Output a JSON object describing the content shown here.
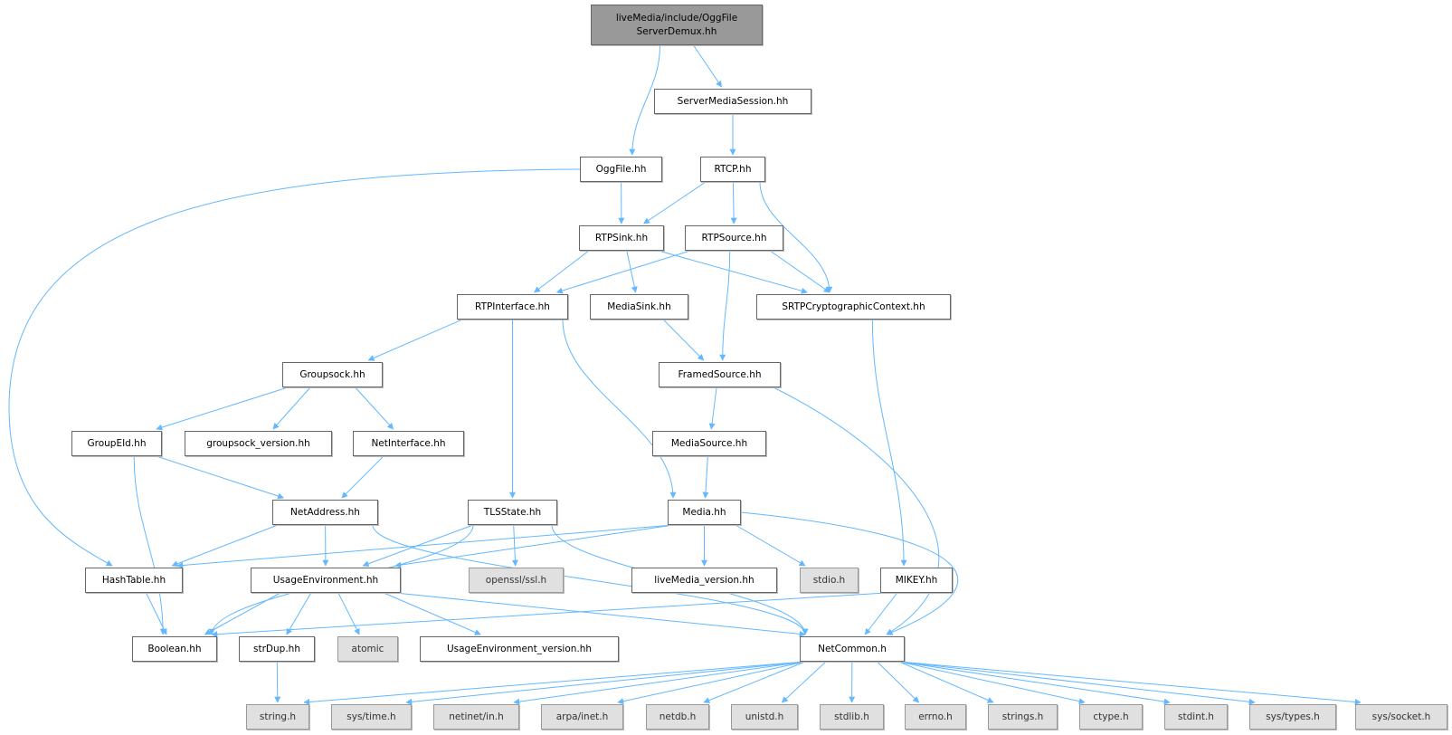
{
  "colors": {
    "edge": "#63b8ff",
    "root_fill": "#999999",
    "system_fill": "#e0e0e0",
    "node_border": "#666666"
  },
  "nodes": [
    {
      "id": "root",
      "label": "liveMedia/include/OggFile\nServerDemux.hh",
      "kind": "root"
    },
    {
      "id": "sms",
      "label": "ServerMediaSession.hh",
      "kind": "file"
    },
    {
      "id": "oggfile",
      "label": "OggFile.hh",
      "kind": "file"
    },
    {
      "id": "rtcp",
      "label": "RTCP.hh",
      "kind": "file"
    },
    {
      "id": "rtpsink",
      "label": "RTPSink.hh",
      "kind": "file"
    },
    {
      "id": "rtpsource",
      "label": "RTPSource.hh",
      "kind": "file"
    },
    {
      "id": "rtpinterface",
      "label": "RTPInterface.hh",
      "kind": "file"
    },
    {
      "id": "mediasink",
      "label": "MediaSink.hh",
      "kind": "file"
    },
    {
      "id": "srtp",
      "label": "SRTPCryptographicContext.hh",
      "kind": "file"
    },
    {
      "id": "groupsock",
      "label": "Groupsock.hh",
      "kind": "file"
    },
    {
      "id": "framedsource",
      "label": "FramedSource.hh",
      "kind": "file"
    },
    {
      "id": "groupeid",
      "label": "GroupEId.hh",
      "kind": "file"
    },
    {
      "id": "groupsockver",
      "label": "groupsock_version.hh",
      "kind": "file"
    },
    {
      "id": "netinterface",
      "label": "NetInterface.hh",
      "kind": "file"
    },
    {
      "id": "mediasource",
      "label": "MediaSource.hh",
      "kind": "file"
    },
    {
      "id": "netaddress",
      "label": "NetAddress.hh",
      "kind": "file"
    },
    {
      "id": "tlsstate",
      "label": "TLSState.hh",
      "kind": "file"
    },
    {
      "id": "media",
      "label": "Media.hh",
      "kind": "file"
    },
    {
      "id": "hashtable",
      "label": "HashTable.hh",
      "kind": "file"
    },
    {
      "id": "usageenv",
      "label": "UsageEnvironment.hh",
      "kind": "file"
    },
    {
      "id": "openssl",
      "label": "openssl/ssl.h",
      "kind": "system"
    },
    {
      "id": "livemediaver",
      "label": "liveMedia_version.hh",
      "kind": "file"
    },
    {
      "id": "stdio",
      "label": "stdio.h",
      "kind": "system"
    },
    {
      "id": "mikey",
      "label": "MIKEY.hh",
      "kind": "file"
    },
    {
      "id": "boolean",
      "label": "Boolean.hh",
      "kind": "file"
    },
    {
      "id": "strdup",
      "label": "strDup.hh",
      "kind": "file"
    },
    {
      "id": "atomic",
      "label": "atomic",
      "kind": "system"
    },
    {
      "id": "usageenvver",
      "label": "UsageEnvironment_version.hh",
      "kind": "file"
    },
    {
      "id": "netcommon",
      "label": "NetCommon.h",
      "kind": "file"
    },
    {
      "id": "string",
      "label": "string.h",
      "kind": "system"
    },
    {
      "id": "systime",
      "label": "sys/time.h",
      "kind": "system"
    },
    {
      "id": "netinetin",
      "label": "netinet/in.h",
      "kind": "system"
    },
    {
      "id": "arpainet",
      "label": "arpa/inet.h",
      "kind": "system"
    },
    {
      "id": "netdb",
      "label": "netdb.h",
      "kind": "system"
    },
    {
      "id": "unistd",
      "label": "unistd.h",
      "kind": "system"
    },
    {
      "id": "stdlib",
      "label": "stdlib.h",
      "kind": "system"
    },
    {
      "id": "errno",
      "label": "errno.h",
      "kind": "system"
    },
    {
      "id": "strings",
      "label": "strings.h",
      "kind": "system"
    },
    {
      "id": "ctype",
      "label": "ctype.h",
      "kind": "system"
    },
    {
      "id": "stdint",
      "label": "stdint.h",
      "kind": "system"
    },
    {
      "id": "systypes",
      "label": "sys/types.h",
      "kind": "system"
    },
    {
      "id": "syssocket",
      "label": "sys/socket.h",
      "kind": "system"
    }
  ],
  "edges": [
    [
      "root",
      "oggfile"
    ],
    [
      "root",
      "sms"
    ],
    [
      "sms",
      "rtcp"
    ],
    [
      "oggfile",
      "rtpsink"
    ],
    [
      "oggfile",
      "hashtable"
    ],
    [
      "rtcp",
      "rtpsink"
    ],
    [
      "rtcp",
      "rtpsource"
    ],
    [
      "rtcp",
      "srtp"
    ],
    [
      "rtpsink",
      "rtpinterface"
    ],
    [
      "rtpsink",
      "mediasink"
    ],
    [
      "rtpsink",
      "srtp"
    ],
    [
      "rtpsource",
      "rtpinterface"
    ],
    [
      "rtpsource",
      "framedsource"
    ],
    [
      "rtpsource",
      "srtp"
    ],
    [
      "rtpinterface",
      "groupsock"
    ],
    [
      "rtpinterface",
      "tlsstate"
    ],
    [
      "rtpinterface",
      "media"
    ],
    [
      "mediasink",
      "framedsource"
    ],
    [
      "srtp",
      "mikey"
    ],
    [
      "groupsock",
      "groupeid"
    ],
    [
      "groupsock",
      "groupsockver"
    ],
    [
      "groupsock",
      "netinterface"
    ],
    [
      "framedsource",
      "mediasource"
    ],
    [
      "framedsource",
      "netcommon"
    ],
    [
      "groupeid",
      "netaddress"
    ],
    [
      "groupeid",
      "boolean"
    ],
    [
      "netinterface",
      "netaddress"
    ],
    [
      "mediasource",
      "media"
    ],
    [
      "netaddress",
      "hashtable"
    ],
    [
      "netaddress",
      "usageenv"
    ],
    [
      "netaddress",
      "netcommon"
    ],
    [
      "tlsstate",
      "boolean"
    ],
    [
      "tlsstate",
      "usageenv"
    ],
    [
      "tlsstate",
      "openssl"
    ],
    [
      "tlsstate",
      "netcommon"
    ],
    [
      "media",
      "hashtable"
    ],
    [
      "media",
      "usageenv"
    ],
    [
      "media",
      "livemediaver"
    ],
    [
      "media",
      "stdio"
    ],
    [
      "media",
      "netcommon"
    ],
    [
      "hashtable",
      "boolean"
    ],
    [
      "usageenv",
      "boolean"
    ],
    [
      "usageenv",
      "strdup"
    ],
    [
      "usageenv",
      "atomic"
    ],
    [
      "usageenv",
      "usageenvver"
    ],
    [
      "usageenv",
      "netcommon"
    ],
    [
      "mikey",
      "boolean"
    ],
    [
      "mikey",
      "netcommon"
    ],
    [
      "strdup",
      "string"
    ],
    [
      "netcommon",
      "string"
    ],
    [
      "netcommon",
      "systime"
    ],
    [
      "netcommon",
      "netinetin"
    ],
    [
      "netcommon",
      "arpainet"
    ],
    [
      "netcommon",
      "netdb"
    ],
    [
      "netcommon",
      "unistd"
    ],
    [
      "netcommon",
      "stdlib"
    ],
    [
      "netcommon",
      "errno"
    ],
    [
      "netcommon",
      "strings"
    ],
    [
      "netcommon",
      "ctype"
    ],
    [
      "netcommon",
      "stdint"
    ],
    [
      "netcommon",
      "systypes"
    ],
    [
      "netcommon",
      "syssocket"
    ]
  ]
}
